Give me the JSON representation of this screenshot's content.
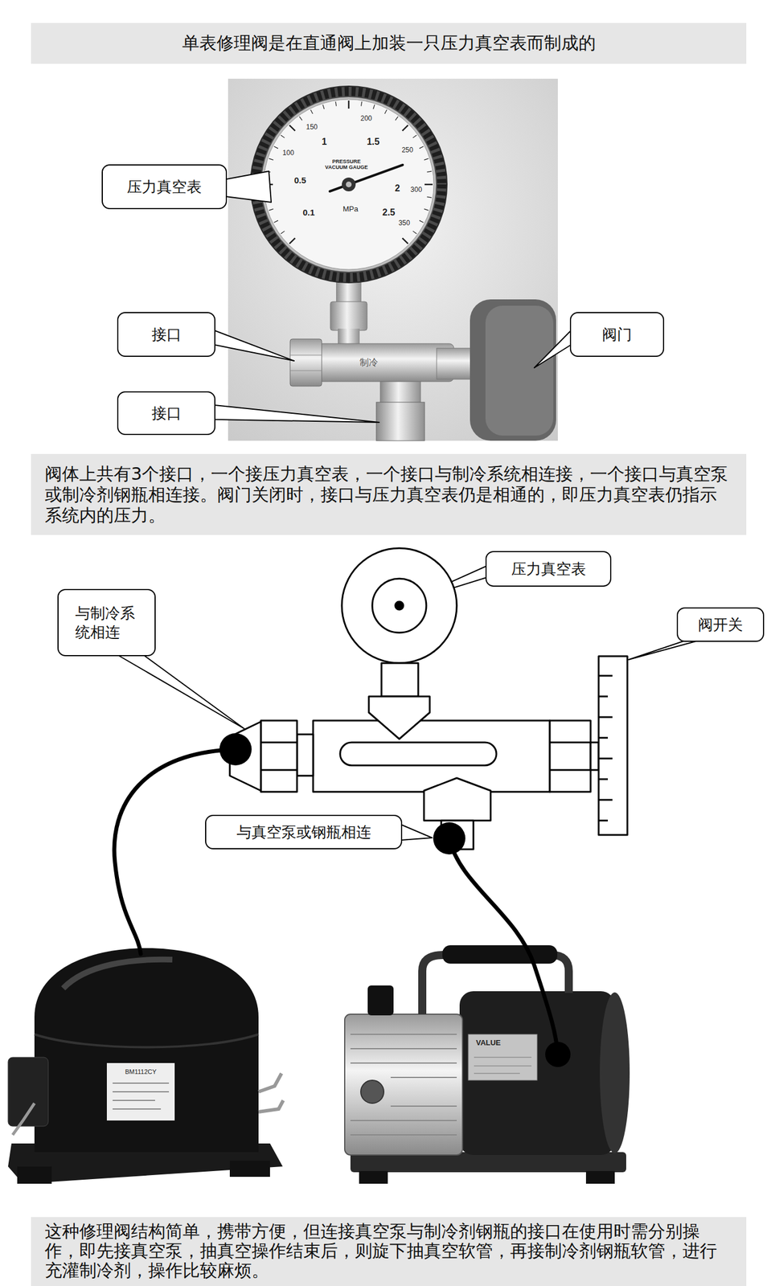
{
  "diagram": {
    "title": "单表修理阀是在直通阀上加装一只压力真空表而制成的",
    "caption": "这种修理阀结构简单，携带方便，但连接真空泵与制冷剂钢瓶的接口在使用时需分别操作，即先接真空泵，抽真空操作结束后，则旋下抽真空软管，再接制冷剂钢瓶软管，进行充灌制冷剂，操作比较麻烦。",
    "nodes": [
      {
        "text": [
          "压力真空表"
        ]
      },
      {
        "text": [
          "接口"
        ]
      },
      {
        "text": [
          "阀门"
        ]
      },
      {
        "text": [
          "接口"
        ]
      },
      {
        "text": [
          "阀体上共有3个接口，一个接压力真空表，一个接口与制冷系统相连接，一个接口与真空泵或制冷剂钢瓶相连接。阀门关闭时，接口与压力真空表仍是相通的，即压力真空表仍指示系统内的压力。"
        ]
      },
      {
        "text": [
          "压力真空表"
        ]
      },
      {
        "text": [
          "与制冷系统相连"
        ]
      },
      {
        "text": [
          "阀开关"
        ]
      },
      {
        "text": [
          "与真空泵或钢瓶相连"
        ]
      }
    ],
    "labels": [
      "0.1",
      "0.5",
      "1",
      "1.5",
      "2",
      "2.5",
      "100",
      "150",
      "200",
      "250",
      "300",
      "350",
      "PRESSURE VACUUM GAUGE",
      "MPa",
      "制冷",
      "BM1112CY",
      "VALUE"
    ]
  }
}
